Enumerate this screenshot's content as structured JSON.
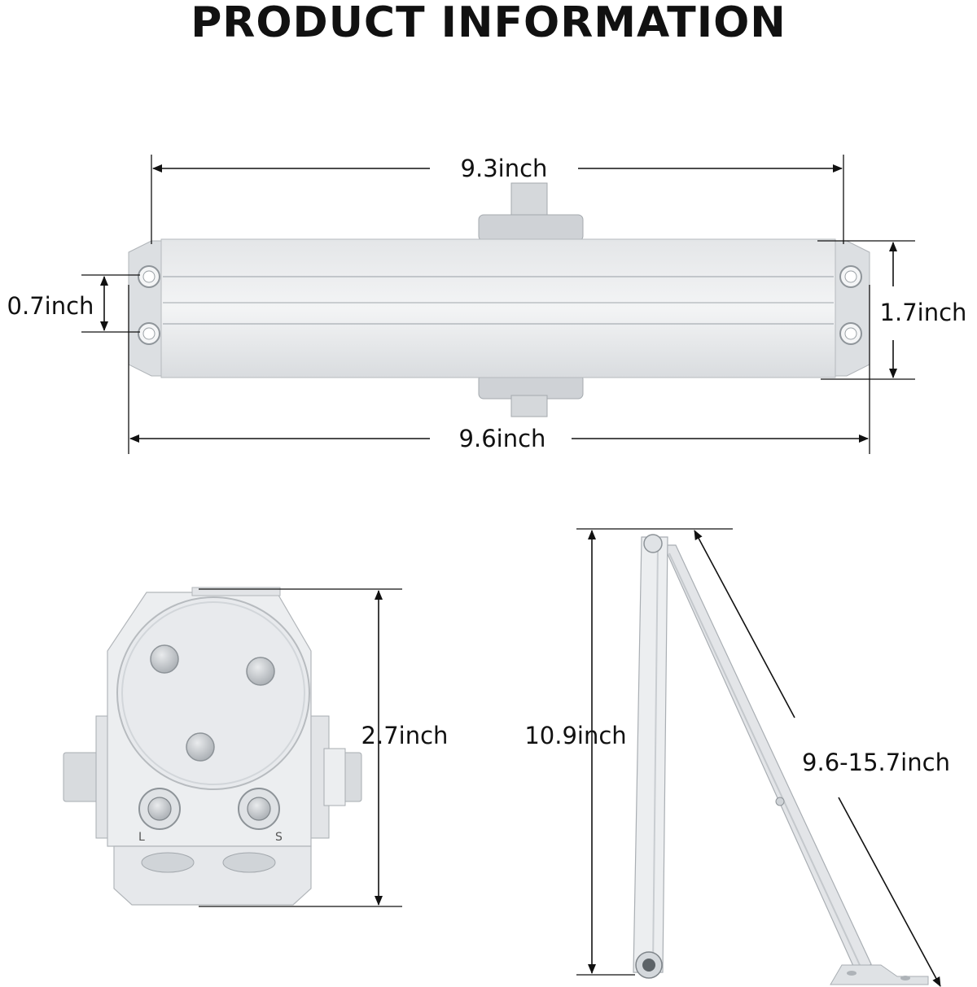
{
  "title": "PRODUCT INFORMATION",
  "dimensions": {
    "top_width": "9.3inch",
    "bottom_width": "9.6inch",
    "hole_spacing": "0.7inch",
    "body_height": "1.7inch",
    "side_height": "2.7inch",
    "arm_height": "10.9inch",
    "arm_length": "9.6-15.7inch"
  },
  "valve_labels": {
    "left": "L",
    "right": "S"
  },
  "colors": {
    "metal_light": "#eceef0",
    "metal_mid": "#d6d9dc",
    "metal_dark": "#b9bdc1",
    "text": "#111111"
  }
}
